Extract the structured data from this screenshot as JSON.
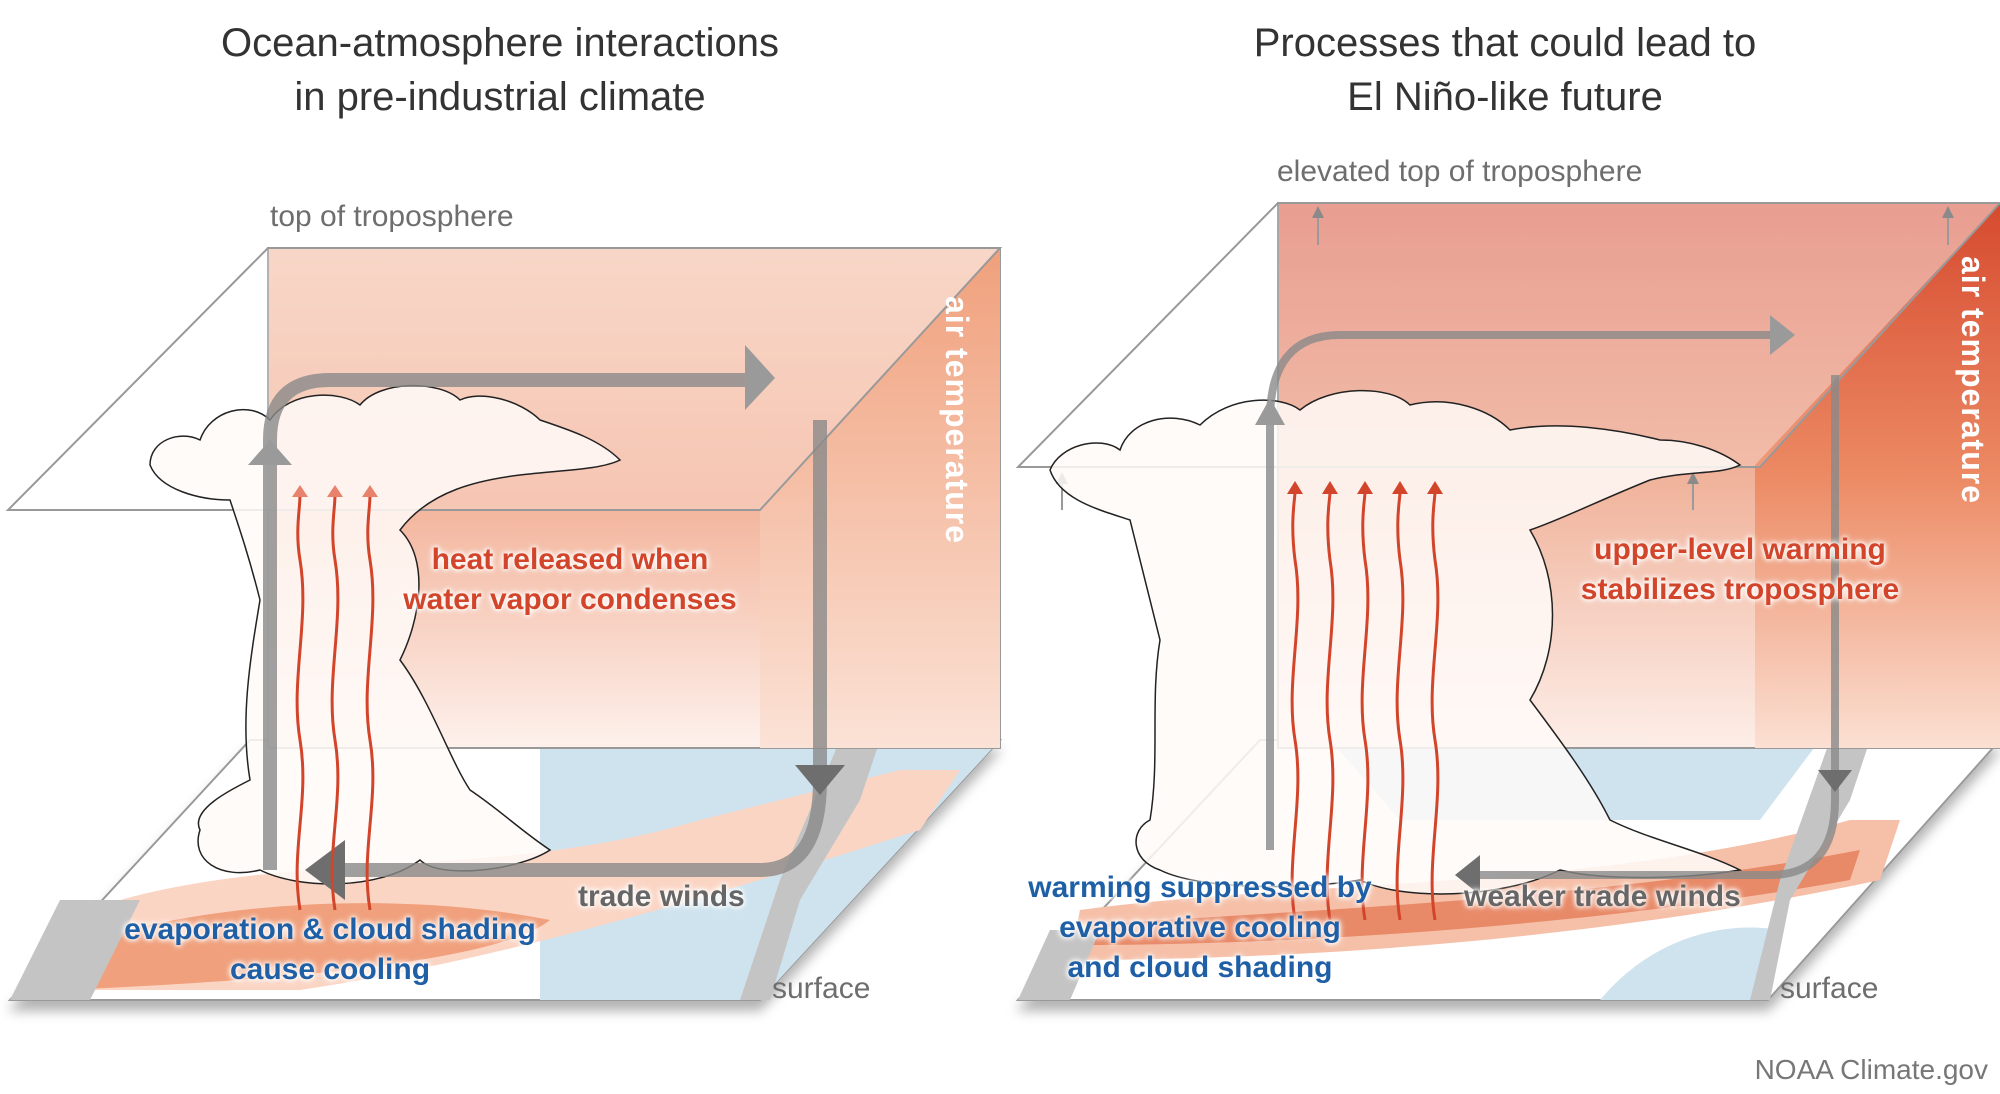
{
  "panels": [
    {
      "title_lines": [
        "Ocean-atmosphere interactions",
        "in pre-industrial climate"
      ],
      "top_label": "top of troposphere",
      "side_label": "air temperature",
      "heat_label_lines": [
        "heat released when",
        "water vapor condenses"
      ],
      "wind_label": "trade winds",
      "cooling_label_lines": [
        "evaporation & cloud shading",
        "cause cooling"
      ],
      "surface_label": "surface",
      "heat_arrows_count": 3
    },
    {
      "title_lines": [
        "Processes that could lead to",
        "El Niño-like future"
      ],
      "top_label": "elevated top of troposphere",
      "side_label": "air temperature",
      "heat_label_lines": [
        "upper-level warming",
        "stabilizes troposphere"
      ],
      "wind_label": "weaker trade winds",
      "cooling_label_lines": [
        "warming suppressed by",
        "evaporative cooling",
        "and cloud shading"
      ],
      "surface_label": "surface",
      "heat_arrows_count": 5
    }
  ],
  "credit": "NOAA Climate.gov",
  "colors": {
    "panel1_back": "#f6c9b5",
    "panel1_side": "#f0a07c",
    "panel2_back": "#e58d7e",
    "panel2_side": "#d64a2f",
    "heat_red": "#d2452b",
    "cool_blue": "#1f5fa6",
    "ocean_blue": "#cfe3ef",
    "land_gray": "#c4c4c4"
  }
}
